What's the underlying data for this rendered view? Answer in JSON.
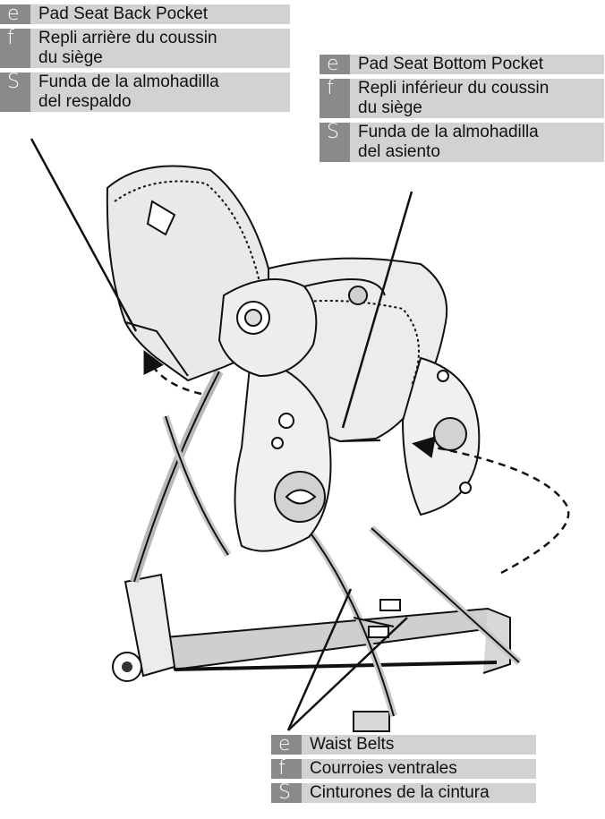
{
  "labels": {
    "seat_back": {
      "e": {
        "code": "e",
        "text": "Pad Seat Back Pocket"
      },
      "f": {
        "code": "f",
        "text_line1": "Repli arrière du coussin",
        "text_line2": "du siège"
      },
      "s": {
        "code": "S",
        "text_line1": "Funda de la almohadilla",
        "text_line2": "del respaldo"
      }
    },
    "seat_bottom": {
      "e": {
        "code": "e",
        "text": "Pad Seat Bottom Pocket"
      },
      "f": {
        "code": "f",
        "text_line1": "Repli inférieur du coussin",
        "text_line2": "du siège"
      },
      "s": {
        "code": "S",
        "text_line1": "Funda de la almohadilla",
        "text_line2": "del asiento"
      }
    },
    "waist_belts": {
      "e": {
        "code": "e",
        "text": "Waist Belts"
      },
      "f": {
        "code": "f",
        "text": "Courroies ventrales"
      },
      "s": {
        "code": "S",
        "text": "Cinturones de la cintura"
      }
    }
  },
  "colors": {
    "code_bg": "#8a8a8a",
    "text_bg": "#d2d2d2",
    "line": "#111111",
    "swing_frame": "#b8b8b8",
    "seat_pad": "#e9e9e9",
    "toy_bar": "#eeeeee"
  }
}
